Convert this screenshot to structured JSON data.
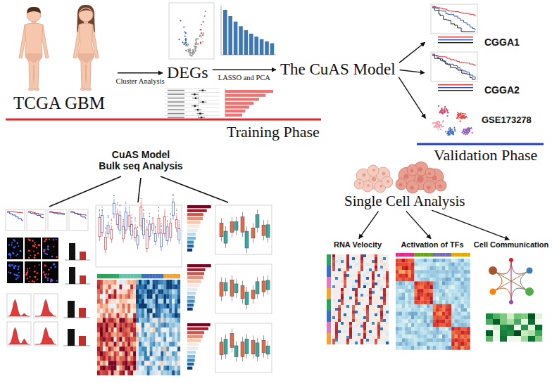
{
  "diagram": {
    "nodes": [
      {
        "text": [
          "TCGA GBM"
        ]
      },
      {
        "text": [
          "DEGs"
        ]
      },
      {
        "text": [
          "The CuAS Model"
        ]
      },
      {
        "text": [
          "CGGA1"
        ]
      },
      {
        "text": [
          "CGGA2"
        ]
      },
      {
        "text": [
          "GSE173278"
        ]
      },
      {
        "text": [
          "CuAS Model",
          "Bulk seq Analysis"
        ]
      },
      {
        "text": [
          "Single Cell Analysis"
        ]
      },
      {
        "text": [
          "RNA Velocity"
        ]
      },
      {
        "text": [
          "Activation of TFs"
        ]
      },
      {
        "text": [
          "Cell Communication"
        ]
      }
    ],
    "edges": [
      {
        "from": 0,
        "to": 1,
        "arrow": "to",
        "label": "Cluster Analysis"
      },
      {
        "from": 1,
        "to": 2,
        "arrow": "to",
        "label": "LASSO and PCA"
      },
      {
        "from": 2,
        "to": 3,
        "arrow": "to"
      },
      {
        "from": 2,
        "to": 4,
        "arrow": "to"
      },
      {
        "from": 2,
        "to": 5,
        "arrow": "to"
      },
      {
        "from": 7,
        "to": 8,
        "arrow": "to"
      },
      {
        "from": 7,
        "to": 9,
        "arrow": "to"
      },
      {
        "from": 7,
        "to": 10,
        "arrow": "to"
      }
    ],
    "labels": [
      "Training Phase",
      "Validation Phase"
    ]
  }
}
